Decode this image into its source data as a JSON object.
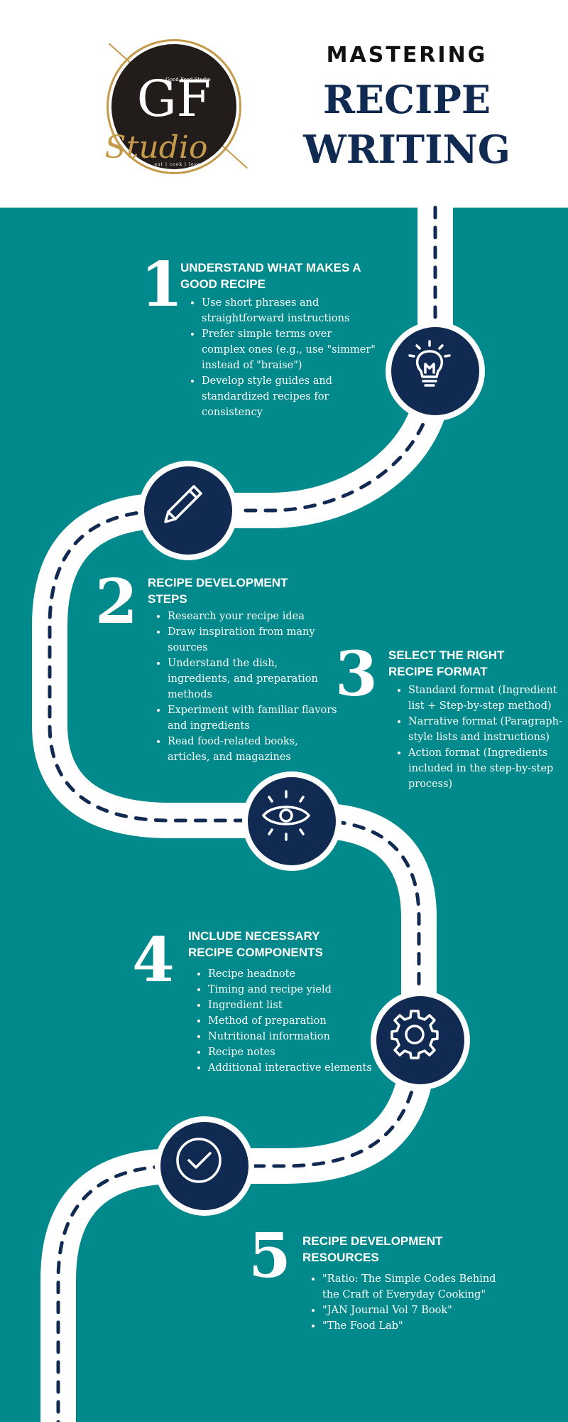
{
  "header": {
    "mastering": "MASTERING",
    "title_line1": "RECIPE",
    "title_line2": "WRITING"
  },
  "logo": {
    "small_text": "Good Food Studio",
    "letters": "GF",
    "script": "Studio",
    "tagline": "eat | cook | love"
  },
  "colors": {
    "teal": "#02898b",
    "navy": "#102a52",
    "gold": "#c59a4a",
    "white": "#ffffff"
  },
  "sections": [
    {
      "number": "1",
      "title": "UNDERSTAND WHAT MAKES A GOOD RECIPE",
      "icon": "lightbulb-icon",
      "items": [
        "Use short phrases and straightforward instructions",
        "Prefer simple terms over complex ones (e.g., use \"simmer\" instead of \"braise\")",
        "Develop style guides and standardized recipes for consistency"
      ]
    },
    {
      "number": "2",
      "title": "RECIPE DEVELOPMENT STEPS",
      "icon": "pencil-icon",
      "items": [
        "Research your recipe idea",
        "Draw inspiration from many sources",
        "Understand the dish, ingredients, and preparation methods",
        "Experiment with familiar flavors and ingredients",
        "Read food-related books, articles, and magazines"
      ]
    },
    {
      "number": "3",
      "title": "SELECT THE RIGHT RECIPE FORMAT",
      "icon": "eye-icon",
      "items": [
        "Standard format (Ingredient list + Step-by-step method)",
        "Narrative format (Paragraph-style lists and instructions)",
        "Action format (Ingredients included in the step-by-step process)"
      ]
    },
    {
      "number": "4",
      "title": "INCLUDE NECESSARY RECIPE COMPONENTS",
      "icon": "gear-icon",
      "items": [
        "Recipe headnote",
        "Timing and recipe yield",
        "Ingredient list",
        "Method of preparation",
        "Nutritional information",
        "Recipe notes",
        "Additional interactive elements"
      ]
    },
    {
      "number": "5",
      "title": "RECIPE DEVELOPMENT RESOURCES",
      "icon": "checkmark-icon",
      "items": [
        "\"Ratio: The Simple Codes Behind the Craft of Everyday Cooking\"",
        "\"JAN Journal Vol 7 Book\"",
        "\"The Food Lab\""
      ]
    }
  ]
}
